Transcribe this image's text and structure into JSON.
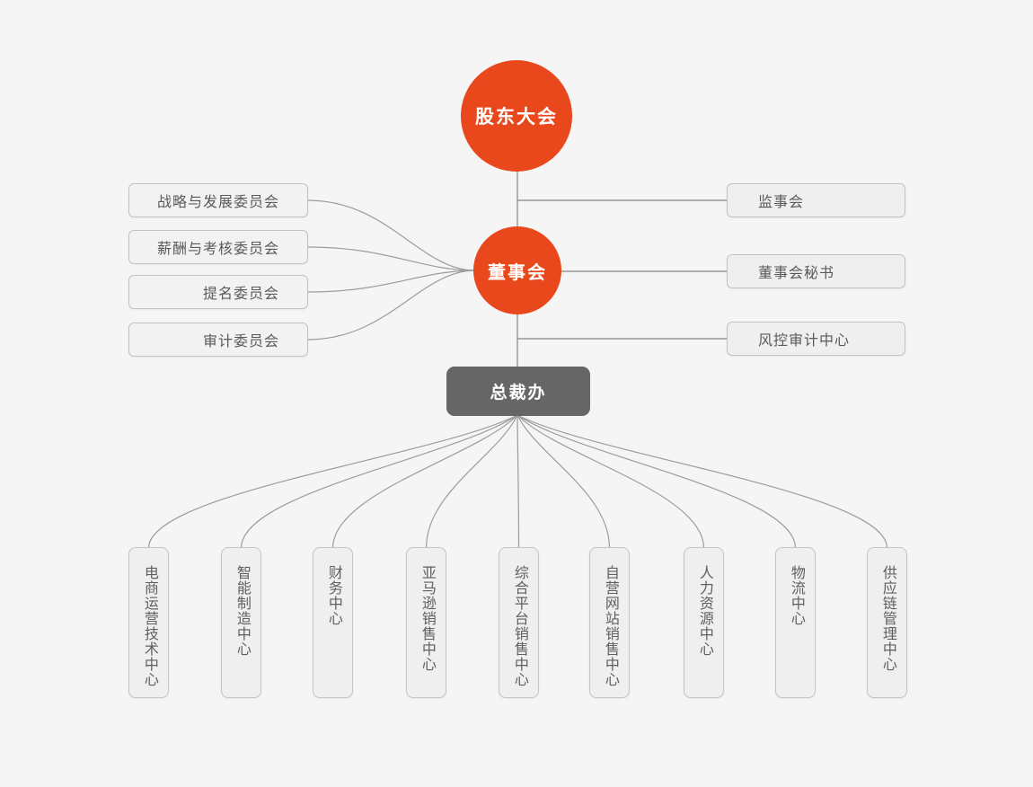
{
  "org_chart": {
    "top_node": {
      "label": "股东大会"
    },
    "board_node": {
      "label": "董事会"
    },
    "office_node": {
      "label": "总裁办"
    },
    "committees": [
      {
        "label": "战略与发展委员会"
      },
      {
        "label": "薪酬与考核委员会"
      },
      {
        "label": "提名委员会"
      },
      {
        "label": "审计委员会"
      }
    ],
    "right_branches": [
      {
        "label": "监事会"
      },
      {
        "label": "董事会秘书"
      },
      {
        "label": "风控审计中心"
      }
    ],
    "departments": [
      {
        "label": "电商运营技术中心"
      },
      {
        "label": "智能制造中心"
      },
      {
        "label": "财务中心"
      },
      {
        "label": "亚马逊销售中心"
      },
      {
        "label": "综合平台销售中心"
      },
      {
        "label": "自营网站销售中心"
      },
      {
        "label": "人力资源中心"
      },
      {
        "label": "物流中心"
      },
      {
        "label": "供应链管理中心"
      }
    ],
    "colors": {
      "accent_orange": "#e8481b",
      "office_gray": "#666666",
      "connector_gray": "#9c9c9c",
      "node_fill": "#efefef",
      "node_border": "#c4c4c4",
      "background": "#f5f5f5"
    }
  }
}
